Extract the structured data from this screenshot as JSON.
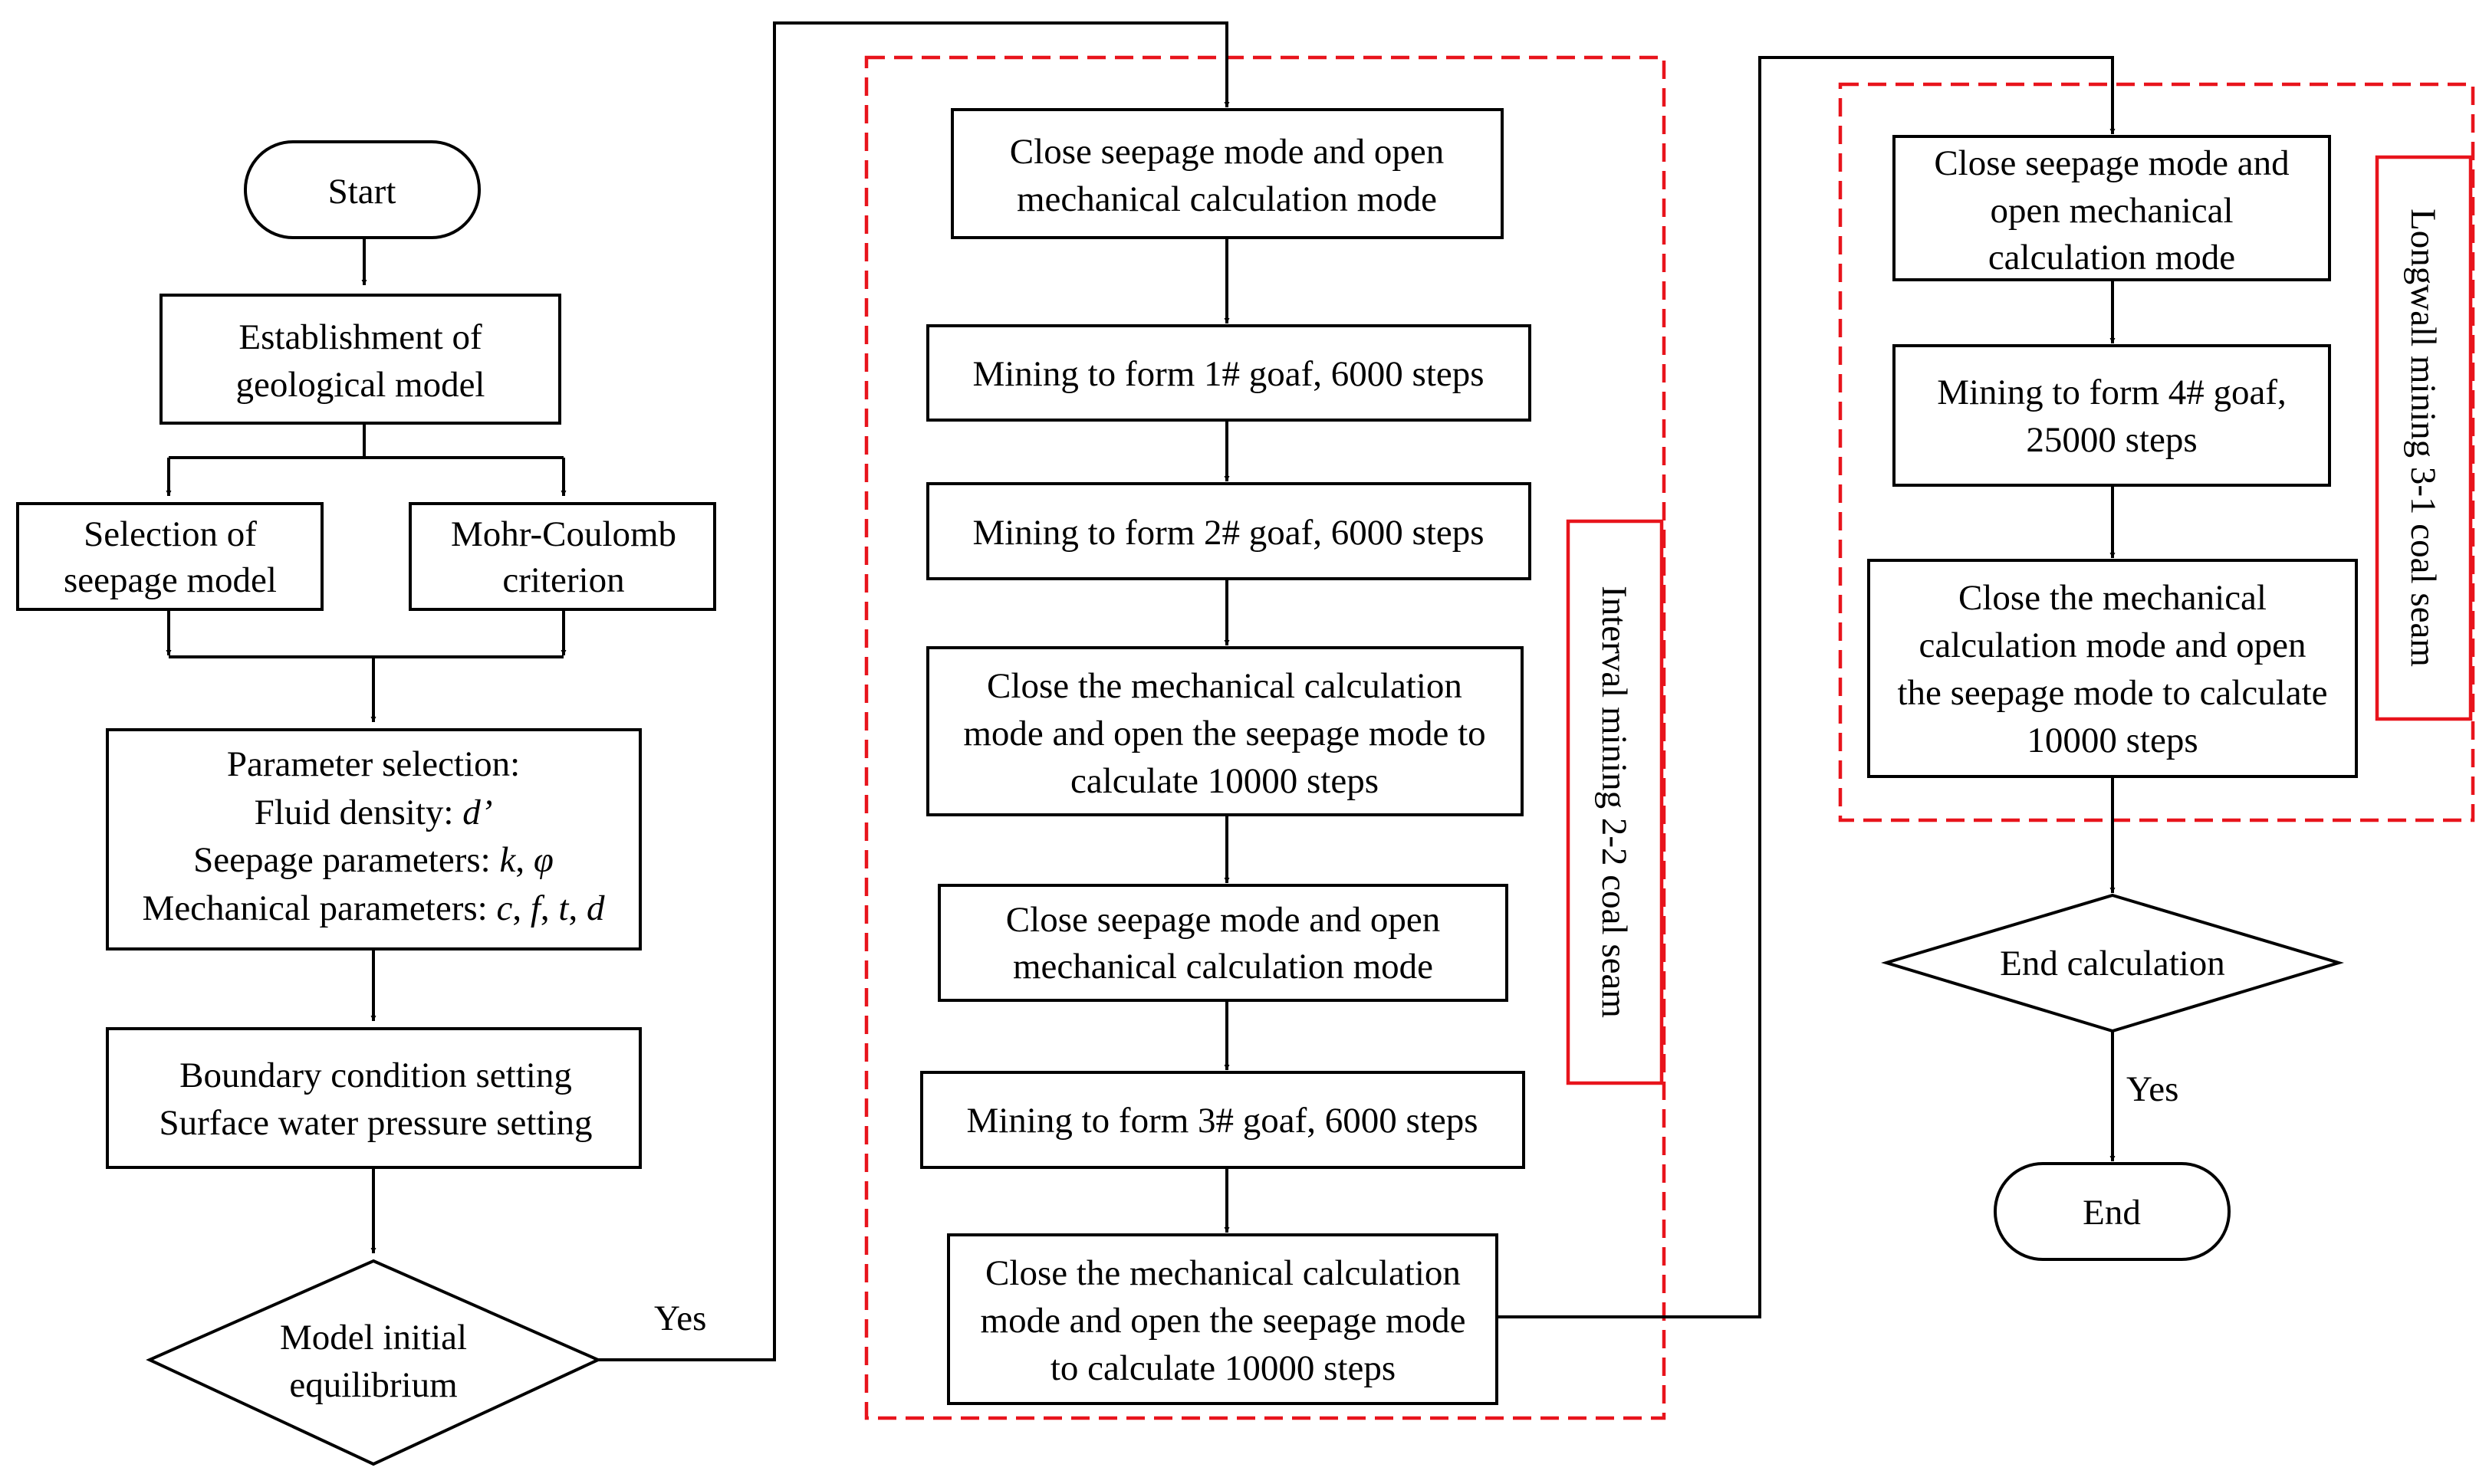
{
  "colors": {
    "line": "#000000",
    "group_border": "#e8141c",
    "background": "#ffffff"
  },
  "nodes": {
    "start": "Start",
    "geo": [
      "Establishment of",
      "geological model"
    ],
    "seepage_model": [
      "Selection of",
      "seepage model"
    ],
    "mohr": [
      "Mohr-Coulomb",
      "criterion"
    ],
    "params": {
      "title": "Parameter selection:",
      "fluid_label": "Fluid density: ",
      "fluid_symbol": "d’",
      "seepage_label": "Seepage parameters: ",
      "seepage_k": "k",
      "seepage_phi": "φ",
      "mech_label": "Mechanical parameters: ",
      "mech_c": "c",
      "mech_f": "f",
      "mech_t": "t",
      "mech_d": "d",
      "sep": ", "
    },
    "boundary": [
      "Boundary condition setting",
      "Surface water pressure setting"
    ],
    "equilibrium": [
      "Model initial",
      "equilibrium"
    ],
    "yes_label": "Yes",
    "m1": [
      "Close seepage mode and open",
      "mechanical calculation mode"
    ],
    "m2": "Mining to form 1# goaf, 6000 steps",
    "m3": "Mining to form 2# goaf, 6000 steps",
    "m4": [
      "Close the mechanical calculation",
      "mode and open the seepage mode to",
      "calculate 10000 steps"
    ],
    "m5": [
      "Close seepage mode and open",
      "mechanical calculation mode"
    ],
    "m6": "Mining to form 3# goaf, 6000 steps",
    "m7": [
      "Close the mechanical calculation",
      "mode and open the seepage mode",
      "to calculate 10000 steps"
    ],
    "interval_label": "Interval mining 2-2 coal seam",
    "r1": [
      "Close seepage mode and",
      "open mechanical",
      "calculation mode"
    ],
    "r2": [
      "Mining to form 4# goaf,",
      "25000 steps"
    ],
    "r3": [
      "Close the mechanical",
      "calculation mode and open",
      "the seepage mode to calculate",
      "10000 steps"
    ],
    "longwall_label": "Longwall mining 3-1 coal seam",
    "end_calc": "End calculation",
    "yes_label2": "Yes",
    "end": "End"
  }
}
